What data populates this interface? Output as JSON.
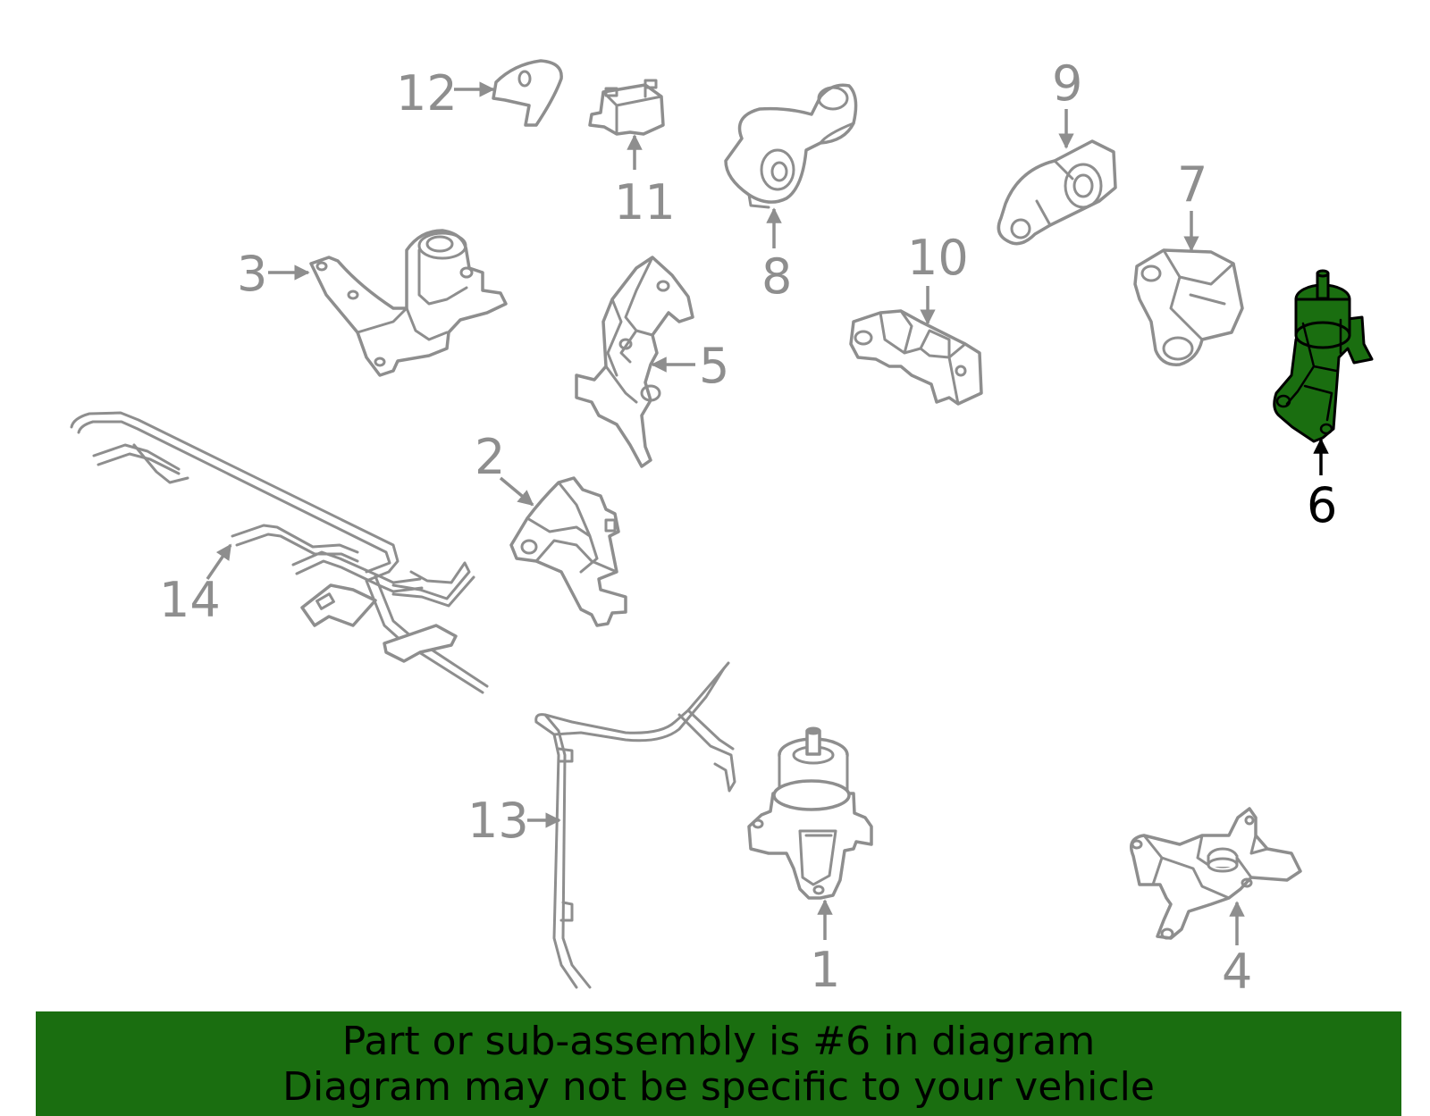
{
  "diagram": {
    "callouts": [
      {
        "id": "1",
        "label": "1"
      },
      {
        "id": "2",
        "label": "2"
      },
      {
        "id": "3",
        "label": "3"
      },
      {
        "id": "4",
        "label": "4"
      },
      {
        "id": "5",
        "label": "5"
      },
      {
        "id": "6",
        "label": "6",
        "highlighted": true
      },
      {
        "id": "7",
        "label": "7"
      },
      {
        "id": "8",
        "label": "8"
      },
      {
        "id": "9",
        "label": "9"
      },
      {
        "id": "10",
        "label": "10"
      },
      {
        "id": "11",
        "label": "11"
      },
      {
        "id": "12",
        "label": "12"
      },
      {
        "id": "13",
        "label": "13"
      },
      {
        "id": "14",
        "label": "14"
      }
    ]
  },
  "banner": {
    "line1": "Part or sub-assembly is #6 in diagram",
    "line2": "Diagram may not be specific to your vehicle"
  },
  "colors": {
    "highlight": "#1a6e10",
    "line_art": "#8e8e8e",
    "background": "#ffffff"
  }
}
